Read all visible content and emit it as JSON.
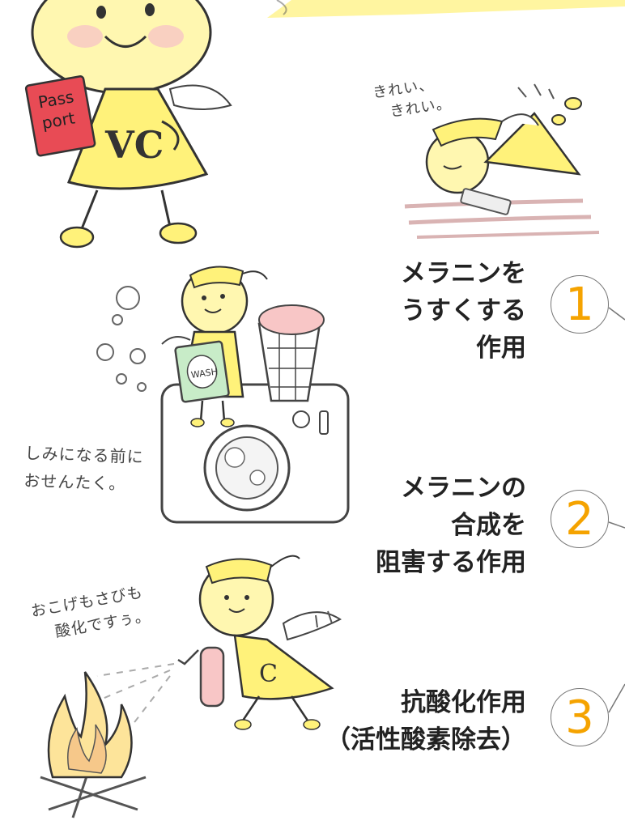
{
  "passport": {
    "line1": "Pass",
    "line2": "port"
  },
  "vc_mark": "VC",
  "clean_note": {
    "line1": "きれい、",
    "line2": "きれい。"
  },
  "wash_note": {
    "line1": "しみになる前に",
    "line2": "おせんたく。"
  },
  "wash_box_label": "WASH",
  "rust_note": {
    "line1": "おこげもさびも",
    "line2": "酸化ですぅ。"
  },
  "c_mark": "C",
  "effects": [
    {
      "number": "1",
      "lines": [
        "メラニンを",
        "うすくする",
        "作用"
      ]
    },
    {
      "number": "2",
      "lines": [
        "メラニンの",
        "合成を",
        "阻害する作用"
      ]
    },
    {
      "number": "3",
      "lines": [
        "抗酸化作用",
        "（活性酸素除去）"
      ]
    }
  ],
  "colors": {
    "accent_yellow": "#fff27a",
    "number_orange": "#f5a300",
    "passport_red": "#e84b55"
  }
}
